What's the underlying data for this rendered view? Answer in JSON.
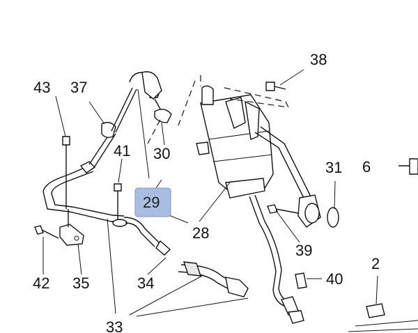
{
  "diagram": {
    "callouts": [
      {
        "id": "c43",
        "label": "43"
      },
      {
        "id": "c37",
        "label": "37"
      },
      {
        "id": "c41",
        "label": "41"
      },
      {
        "id": "c30",
        "label": "30"
      },
      {
        "id": "c29",
        "label": "29",
        "highlighted": true
      },
      {
        "id": "c28",
        "label": "28"
      },
      {
        "id": "c38",
        "label": "38"
      },
      {
        "id": "c31",
        "label": "31"
      },
      {
        "id": "c6",
        "label": "6"
      },
      {
        "id": "c39",
        "label": "39"
      },
      {
        "id": "c40",
        "label": "40"
      },
      {
        "id": "c2",
        "label": "2"
      },
      {
        "id": "c42",
        "label": "42"
      },
      {
        "id": "c35",
        "label": "35"
      },
      {
        "id": "c34",
        "label": "34"
      },
      {
        "id": "c33",
        "label": "33"
      }
    ],
    "highlight_color": "#a9bde0",
    "highlight_border": "#7f96c2"
  }
}
